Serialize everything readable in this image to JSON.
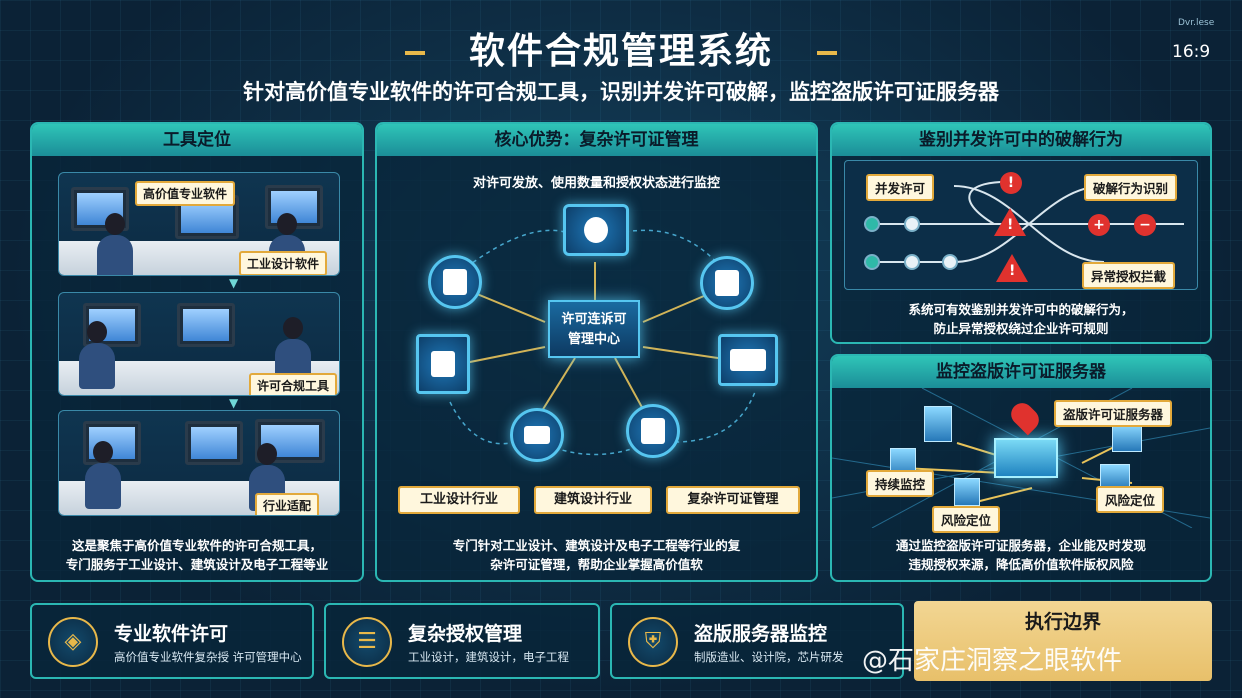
{
  "header": {
    "title": "软件合规管理系统",
    "subtitle": "针对高价值专业软件的许可合规工具，识别并发许可破解，监控盗版许可证服务器",
    "corner_small": "Dvr.lese",
    "aspect": "16:9"
  },
  "left_panel": {
    "title": "工具定位",
    "scenes": [
      {
        "label": "高价值专业软件"
      },
      {
        "label": "工业设计软件"
      },
      {
        "label": "许可合规工具"
      },
      {
        "label": "行业适配"
      }
    ],
    "caption_line1": "这是聚焦于高价值专业软件的许可合规工具，",
    "caption_line2": "专门服务于工业设计、建筑设计及电子工程等业"
  },
  "middle_panel": {
    "title": "核心优势：复杂许可证管理",
    "intro": "对许可发放、使用数量和授权状态进行监控",
    "hub_line1": "许可连诉可",
    "hub_line2": "管理中心",
    "industries": [
      "工业设计行业",
      "建筑设计行业",
      "复杂许可证管理"
    ],
    "caption_line1": "专门针对工业设计、建筑设计及电子工程等行业的复",
    "caption_line2": "杂许可证管理，帮助企业掌握高价值软"
  },
  "right_top_panel": {
    "title": "鉴别并发许可中的破解行为",
    "labels": {
      "concurrent": "并发许可",
      "crack": "破解行为识别",
      "abnormal": "异常授权拦截"
    },
    "caption_line1": "系统可有效鉴别并发许可中的破解行为，",
    "caption_line2": "防止异常授权绕过企业许可规则"
  },
  "right_bottom_panel": {
    "title": "监控盗版许可证服务器",
    "labels": {
      "server": "盗版许可证服务器",
      "monitor": "持续监控",
      "risk_a": "风险定位",
      "risk_b": "风险定位"
    },
    "caption_line1": "通过监控盗版许可证服务器，企业能及时发现",
    "caption_line2": "违规授权来源，降低高价值软件版权风险"
  },
  "cards": [
    {
      "title": "专业软件许可",
      "text": "高价值专业软件复杂授 许可管理中心",
      "icon": "layers-icon"
    },
    {
      "title": "复杂授权管理",
      "text": "工业设计，建筑设计，电子工程",
      "icon": "stack-icon"
    },
    {
      "title": "盗版服务器监控",
      "text": "制版造业、设计院，芯片研发",
      "icon": "shield-icon"
    }
  ],
  "exec": {
    "title": "执行边界"
  },
  "watermark": "@石家庄洞察之眼软件",
  "colors": {
    "accent": "#2bb7b3",
    "gold": "#e8b84a",
    "alert": "#e0322e",
    "background": "#0b2236"
  }
}
